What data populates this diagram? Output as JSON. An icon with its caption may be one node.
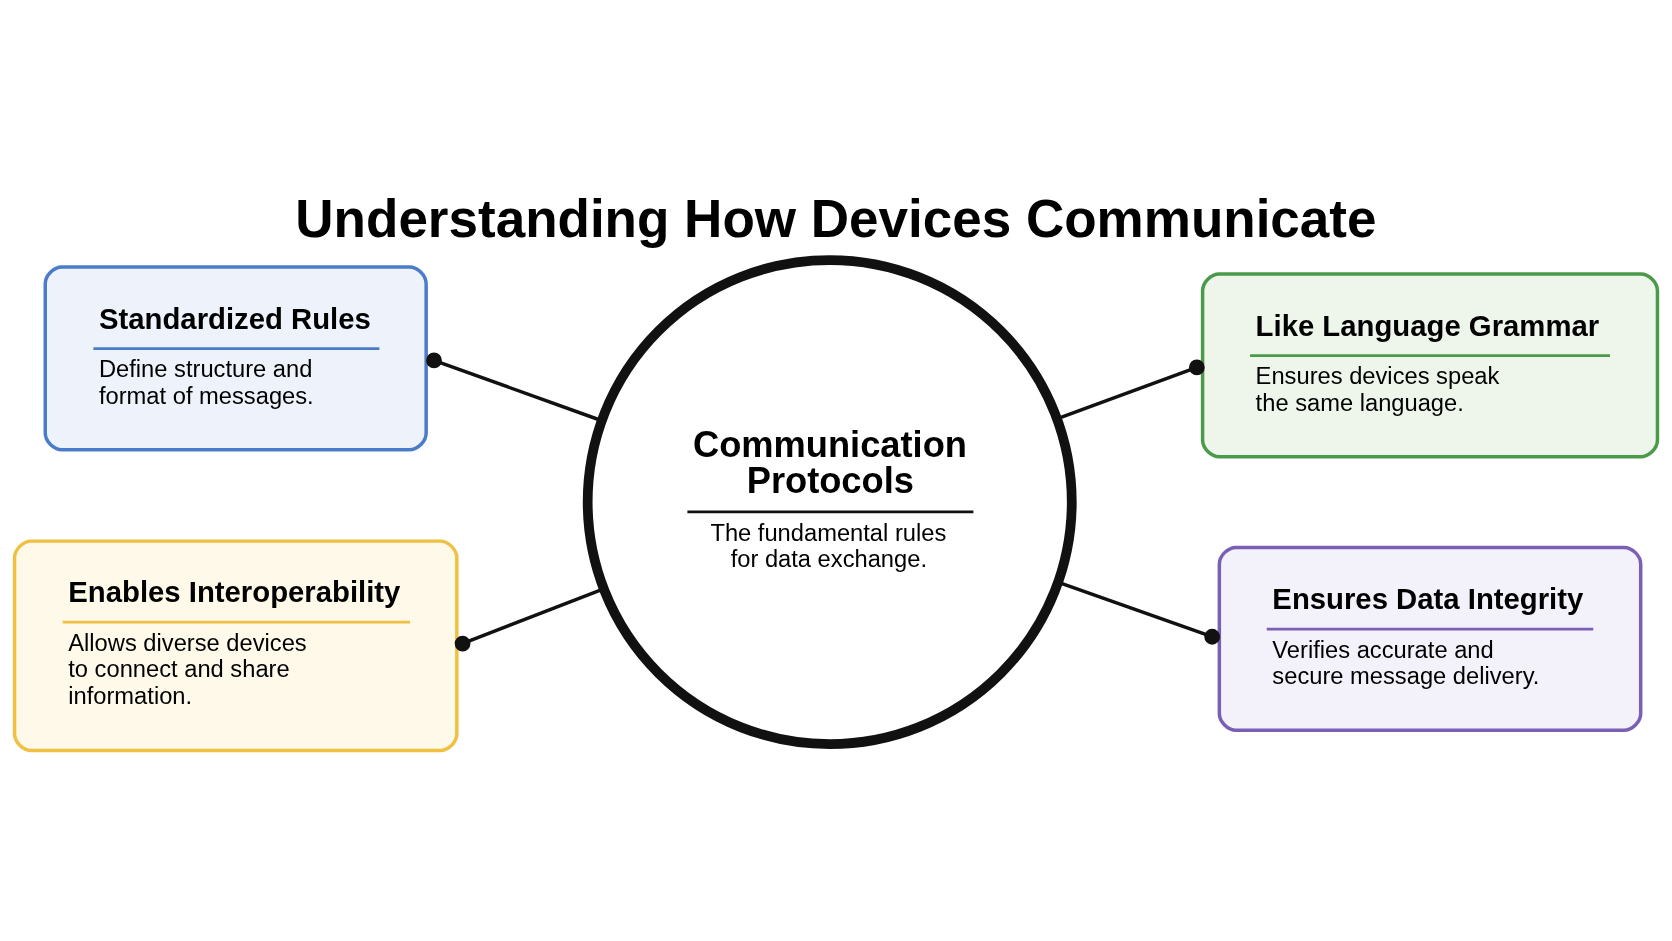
{
  "diagram": {
    "title": "Understanding How Devices Communicate",
    "nodes": [
      {
        "text": [
          "Standardized Rules",
          "Define structure and format of messages."
        ]
      },
      {
        "text": [
          "Like Language Grammar",
          "Ensures devices speak the same language."
        ]
      },
      {
        "text": [
          "Communication Protocols",
          "The fundamental rules for data exchange."
        ]
      },
      {
        "text": [
          "Enables Interoperability",
          "Allows diverse devices to connect and share information."
        ]
      },
      {
        "text": [
          "Ensures Data Integrity",
          "Verifies accurate and secure message delivery."
        ]
      }
    ],
    "edges": [
      {
        "from": 0,
        "to": 2,
        "arrow": "other"
      },
      {
        "from": 2,
        "to": 1,
        "arrow": "other"
      },
      {
        "from": 3,
        "to": 2,
        "arrow": "other"
      },
      {
        "from": 2,
        "to": 4,
        "arrow": "other"
      }
    ]
  }
}
